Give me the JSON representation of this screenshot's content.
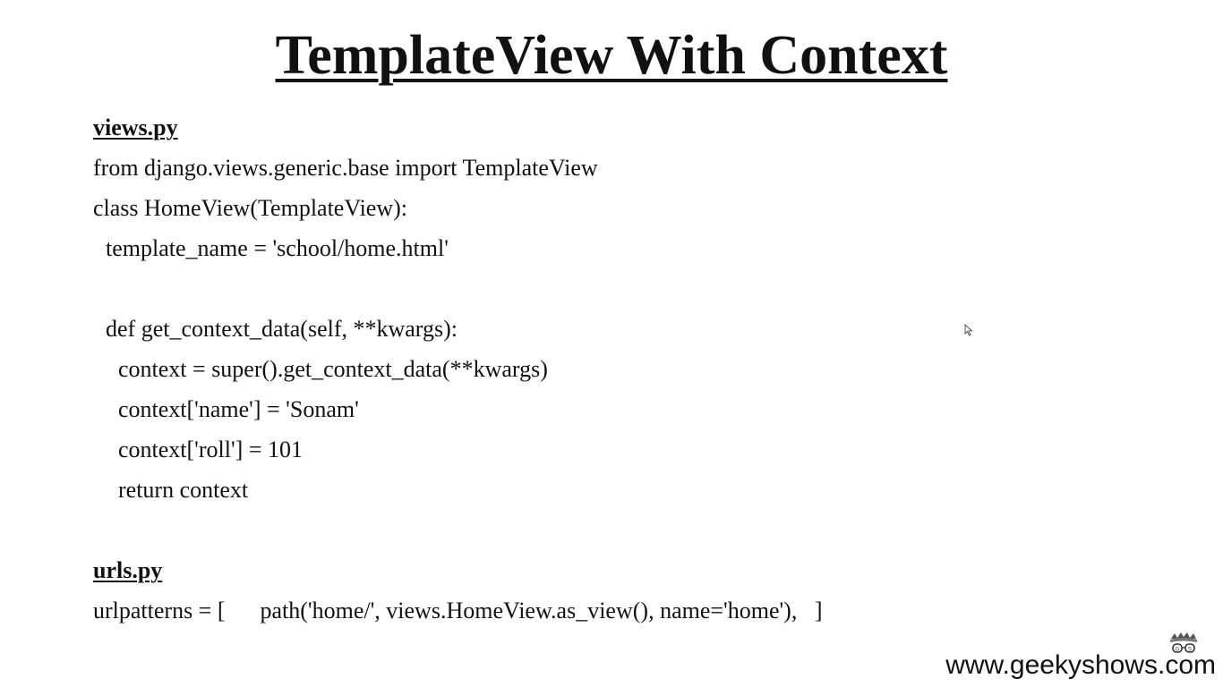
{
  "slide": {
    "title": "TemplateView With Context"
  },
  "views_section": {
    "heading": "views.py",
    "lines": [
      "from django.views.generic.base import TemplateView",
      "class HomeView(TemplateView):",
      "template_name = 'school/home.html'",
      "def get_context_data(self, **kwargs):",
      "context = super().get_context_data(**kwargs)",
      "context['name'] = 'Sonam'",
      "context['roll'] = 101",
      "return context"
    ]
  },
  "urls_section": {
    "heading": "urls.py",
    "lines": [
      "urlpatterns = [      path('home/', views.HomeView.as_view(), name='home'),   ]"
    ]
  },
  "watermark": {
    "website": "www.geekyshows.com",
    "logo_icon": "geekyshows-logo-icon"
  },
  "pointer": {
    "icon": "mouse-cursor-icon"
  }
}
